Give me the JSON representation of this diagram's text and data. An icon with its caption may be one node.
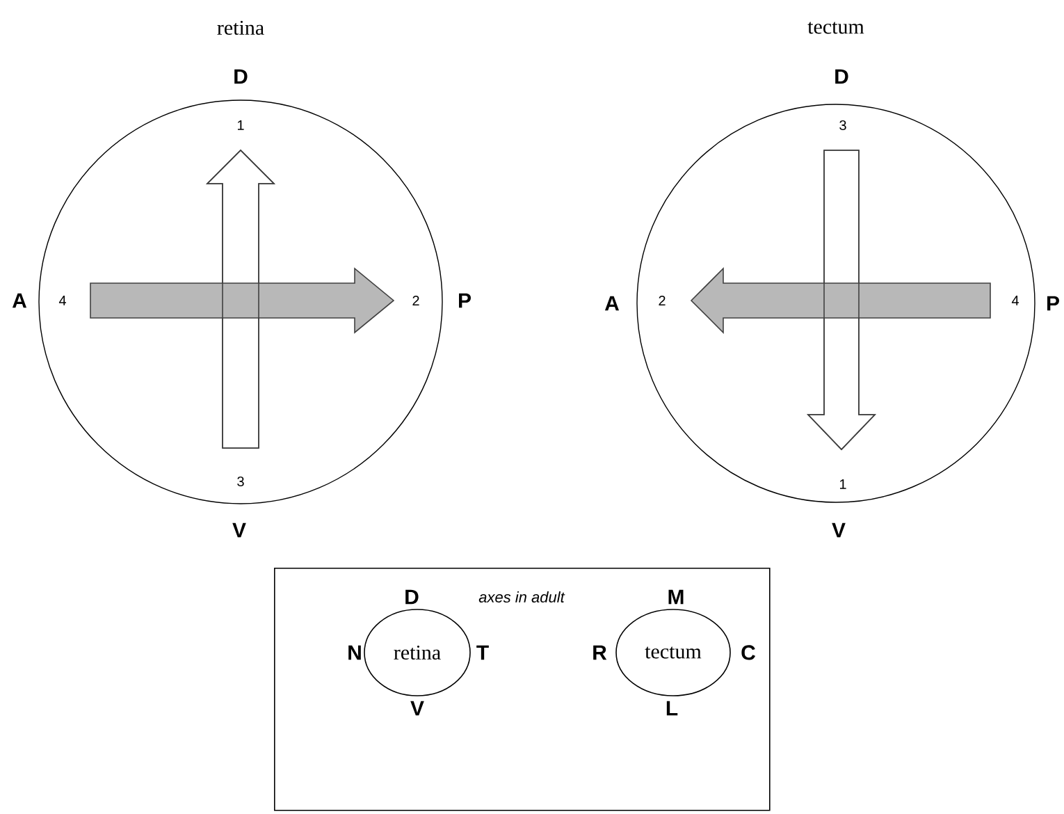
{
  "diagram": {
    "nodes": [
      {
        "text": [
          "retina"
        ],
        "beside": [
          "D",
          "A",
          "P",
          "V"
        ]
      },
      {
        "text": [
          "tectum"
        ],
        "beside": [
          "D",
          "A",
          "P",
          "V"
        ]
      },
      {
        "text": [
          "axes in adult"
        ]
      },
      {
        "text": [
          "retina"
        ],
        "in": 2,
        "beside": [
          "D",
          "N",
          "T",
          "V"
        ]
      },
      {
        "text": [
          "tectum"
        ],
        "in": 2,
        "beside": [
          "M",
          "R",
          "C",
          "L"
        ]
      }
    ],
    "labels": [
      "1",
      "3",
      "4",
      "2",
      "2",
      "4",
      "3",
      "1"
    ]
  }
}
